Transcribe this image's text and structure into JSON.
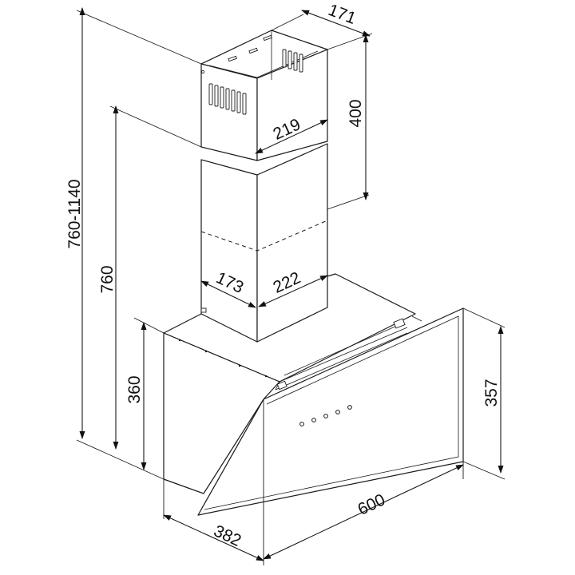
{
  "diagram": {
    "dimensions": {
      "overall_height": "760-1140",
      "hood_height": "760",
      "body_height": "360",
      "panel_height": "357",
      "upper_chimney_depth": "171",
      "upper_chimney_width": "219",
      "upper_chimney_height": "400",
      "lower_chimney_depth": "173",
      "lower_chimney_width": "222",
      "width": "600",
      "depth": "382"
    }
  }
}
